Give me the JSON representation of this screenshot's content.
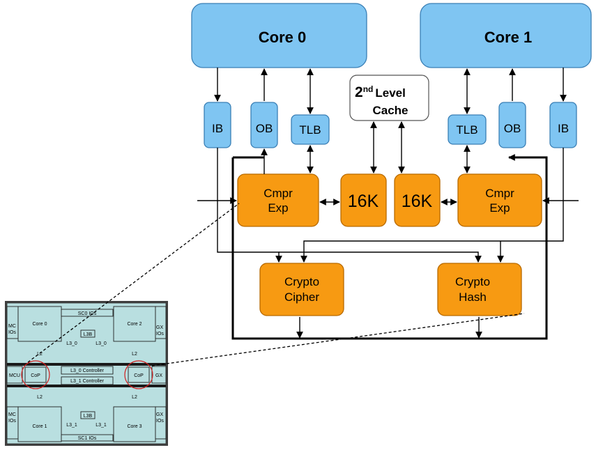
{
  "cores": [
    "Core 0",
    "Core 1"
  ],
  "buffers": {
    "ib": "IB",
    "ob": "OB",
    "tlb": "TLB"
  },
  "cache": {
    "sup": "nd",
    "num": "2",
    "level": "Level",
    "cache": "Cache"
  },
  "cmpr": {
    "line1": "Cmpr",
    "line2": "Exp"
  },
  "mem": [
    "16K",
    "16K"
  ],
  "crypto_cipher": {
    "line1": "Crypto",
    "line2": "Cipher"
  },
  "crypto_hash": {
    "line1": "Crypto",
    "line2": "Hash"
  },
  "die": {
    "sc0": "SC0 IOs",
    "sc1": "SC1 IOs",
    "core0": "Core 0",
    "core1": "Core 1",
    "core2": "Core 2",
    "core3": "Core 3",
    "mc_ios": "MC\nIOs",
    "gx_ios": "GX\nIOs",
    "mcu": "MCU",
    "gx": "GX",
    "cop": "CoP",
    "l2": "L2",
    "l3b": "L3B",
    "l3_0": "L3_0",
    "l3_1": "L3_1",
    "l3_0_ctrl": "L3_0 Controller",
    "l3_1_ctrl": "L3_1 Controller"
  },
  "colors": {
    "core": "#7fc5f2",
    "unit": "#f79a12",
    "die": "#b9dfe0",
    "highlight": "#d21f1f"
  }
}
